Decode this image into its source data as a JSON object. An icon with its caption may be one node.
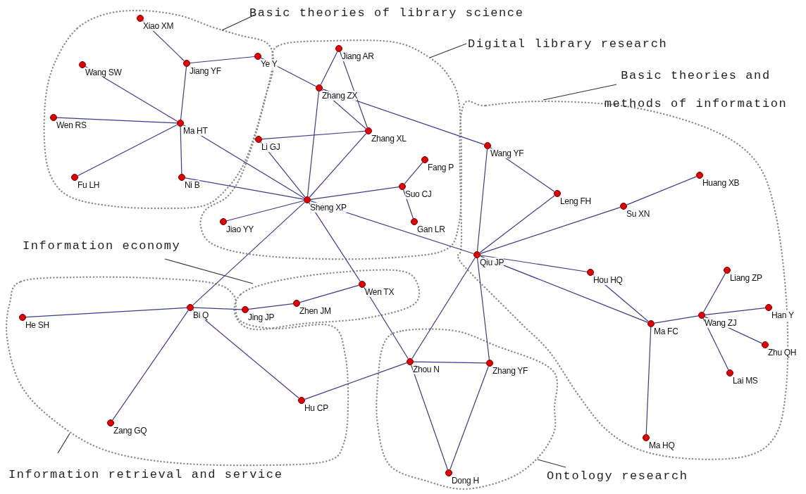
{
  "diagram": {
    "nodes": [
      {
        "text": [
          "Basic theories of library science"
        ]
      },
      {
        "text": [
          "Digital library research"
        ]
      },
      {
        "text": [
          "Basic theories and methods of information"
        ]
      },
      {
        "text": [
          "Information economy"
        ]
      },
      {
        "text": [
          "Information retrieval and service"
        ]
      },
      {
        "text": [
          "Ontology research"
        ]
      },
      {
        "text": [],
        "shape": "circle",
        "beside": [
          "Xiao XM"
        ]
      },
      {
        "text": [],
        "shape": "circle",
        "beside": [
          "Jiang YF"
        ]
      },
      {
        "text": [],
        "shape": "circle",
        "beside": [
          "Ye Y"
        ]
      },
      {
        "text": [],
        "shape": "circle",
        "beside": [
          "Jiang AR"
        ]
      },
      {
        "text": [],
        "shape": "circle",
        "beside": [
          "Wang SW"
        ]
      },
      {
        "text": [],
        "shape": "circle",
        "beside": [
          "Zhang ZX"
        ]
      },
      {
        "text": [],
        "shape": "circle",
        "beside": [
          "Wen RS"
        ]
      },
      {
        "text": [],
        "shape": "circle",
        "beside": [
          "Ma HT"
        ]
      },
      {
        "text": [],
        "shape": "circle",
        "beside": [
          "Li GJ"
        ]
      },
      {
        "text": [],
        "shape": "circle",
        "beside": [
          "Zhang XL"
        ]
      },
      {
        "text": [],
        "shape": "circle",
        "beside": [
          "Wang YF"
        ]
      },
      {
        "text": [],
        "shape": "circle",
        "beside": [
          "Fang P"
        ]
      },
      {
        "text": [],
        "shape": "circle",
        "beside": [
          "Fu LH"
        ]
      },
      {
        "text": [],
        "shape": "circle",
        "beside": [
          "Ni B"
        ]
      },
      {
        "text": [],
        "shape": "circle",
        "beside": [
          "Huang XB"
        ]
      },
      {
        "text": [],
        "shape": "circle",
        "beside": [
          "Suo CJ"
        ]
      },
      {
        "text": [],
        "shape": "circle",
        "beside": [
          "Leng FH"
        ]
      },
      {
        "text": [],
        "shape": "circle",
        "beside": [
          "Sheng XP"
        ]
      },
      {
        "text": [],
        "shape": "circle",
        "beside": [
          "Su XN"
        ]
      },
      {
        "text": [],
        "shape": "circle",
        "beside": [
          "Jiao YY"
        ]
      },
      {
        "text": [],
        "shape": "circle",
        "beside": [
          "Gan LR"
        ]
      },
      {
        "text": [],
        "shape": "circle",
        "beside": [
          "Qiu JP"
        ]
      },
      {
        "text": [],
        "shape": "circle",
        "beside": [
          "Hou HQ"
        ]
      },
      {
        "text": [],
        "shape": "circle",
        "beside": [
          "Liang ZP"
        ]
      },
      {
        "text": [],
        "shape": "circle",
        "beside": [
          "Wen TX"
        ]
      },
      {
        "text": [],
        "shape": "circle",
        "beside": [
          "Bi Q"
        ]
      },
      {
        "text": [],
        "shape": "circle",
        "beside": [
          "Han Y"
        ]
      },
      {
        "text": [],
        "shape": "circle",
        "beside": [
          "Jing JP"
        ]
      },
      {
        "text": [],
        "shape": "circle",
        "beside": [
          "Zhen JM"
        ]
      },
      {
        "text": [],
        "shape": "circle",
        "beside": [
          "He SH"
        ]
      },
      {
        "text": [],
        "shape": "circle",
        "beside": [
          "Ma FC"
        ]
      },
      {
        "text": [],
        "shape": "circle",
        "beside": [
          "Wang ZJ"
        ]
      },
      {
        "text": [],
        "shape": "circle",
        "beside": [
          "Zhu QH"
        ]
      },
      {
        "text": [],
        "shape": "circle",
        "beside": [
          "Zhou N"
        ]
      },
      {
        "text": [],
        "shape": "circle",
        "beside": [
          "Zhang YF"
        ]
      },
      {
        "text": [],
        "shape": "circle",
        "beside": [
          "Lai MS"
        ]
      },
      {
        "text": [],
        "shape": "circle",
        "beside": [
          "Hu CP"
        ]
      },
      {
        "text": [],
        "shape": "circle",
        "beside": [
          "Zang GQ"
        ]
      },
      {
        "text": [],
        "shape": "circle",
        "beside": [
          "Ma HQ"
        ]
      },
      {
        "text": [],
        "shape": "circle",
        "beside": [
          "Dong H"
        ]
      }
    ],
    "edges": [
      {
        "from": 0,
        "to": null,
        "arrow": "none",
        "color": "#333333"
      },
      {
        "from": 1,
        "to": null,
        "arrow": "none",
        "color": "#333333"
      },
      {
        "from": 2,
        "to": null,
        "arrow": "none",
        "color": "#333333"
      },
      {
        "from": 3,
        "to": null,
        "arrow": "none",
        "color": "#333333"
      },
      {
        "from": 4,
        "to": null,
        "arrow": "none",
        "color": "#333333"
      },
      {
        "from": 5,
        "to": null,
        "arrow": "none",
        "color": "#333333"
      },
      {
        "from": 6,
        "to": 7,
        "arrow": "none"
      },
      {
        "from": 7,
        "to": 8,
        "arrow": "none"
      },
      {
        "from": 7,
        "to": 13,
        "arrow": "none"
      },
      {
        "from": 10,
        "to": 13,
        "arrow": "none"
      },
      {
        "from": 12,
        "to": 13,
        "arrow": "none"
      },
      {
        "from": 18,
        "to": 13,
        "arrow": "none"
      },
      {
        "from": 13,
        "to": 19,
        "arrow": "none"
      },
      {
        "from": 13,
        "to": 23,
        "arrow": "none"
      },
      {
        "from": 19,
        "to": 23,
        "arrow": "none"
      },
      {
        "from": 8,
        "to": 11,
        "arrow": "none"
      },
      {
        "from": 9,
        "to": 11,
        "arrow": "none"
      },
      {
        "from": 9,
        "to": 15,
        "arrow": "none"
      },
      {
        "from": 11,
        "to": 15,
        "arrow": "none"
      },
      {
        "from": 11,
        "to": 23,
        "arrow": "none"
      },
      {
        "from": 11,
        "to": 16,
        "arrow": "none"
      },
      {
        "from": 14,
        "to": 15,
        "arrow": "none"
      },
      {
        "from": 14,
        "to": 23,
        "arrow": "none"
      },
      {
        "from": 15,
        "to": 23,
        "arrow": "none"
      },
      {
        "from": 23,
        "to": 21,
        "arrow": "none"
      },
      {
        "from": 21,
        "to": 17,
        "arrow": "none"
      },
      {
        "from": 21,
        "to": 26,
        "arrow": "none"
      },
      {
        "from": 23,
        "to": 25,
        "arrow": "none"
      },
      {
        "from": 23,
        "to": 27,
        "arrow": "none"
      },
      {
        "from": 23,
        "to": 31,
        "arrow": "none"
      },
      {
        "from": 23,
        "to": 30,
        "arrow": "none"
      },
      {
        "from": 30,
        "to": 39,
        "arrow": "none"
      },
      {
        "from": 30,
        "to": 34,
        "arrow": "none"
      },
      {
        "from": 34,
        "to": 33,
        "arrow": "none"
      },
      {
        "from": 33,
        "to": 31,
        "arrow": "none"
      },
      {
        "from": 31,
        "to": 35,
        "arrow": "none"
      },
      {
        "from": 31,
        "to": 43,
        "arrow": "none"
      },
      {
        "from": 31,
        "to": 42,
        "arrow": "none"
      },
      {
        "from": 42,
        "to": 39,
        "arrow": "none"
      },
      {
        "from": 39,
        "to": 40,
        "arrow": "none"
      },
      {
        "from": 39,
        "to": 45,
        "arrow": "none"
      },
      {
        "from": 40,
        "to": 45,
        "arrow": "none"
      },
      {
        "from": 39,
        "to": 27,
        "arrow": "none"
      },
      {
        "from": 27,
        "to": 40,
        "arrow": "none"
      },
      {
        "from": 27,
        "to": 16,
        "arrow": "none"
      },
      {
        "from": 16,
        "to": 22,
        "arrow": "none"
      },
      {
        "from": 22,
        "to": 27,
        "arrow": "none"
      },
      {
        "from": 27,
        "to": 24,
        "arrow": "none"
      },
      {
        "from": 24,
        "to": 20,
        "arrow": "none"
      },
      {
        "from": 27,
        "to": 28,
        "arrow": "none"
      },
      {
        "from": 27,
        "to": 36,
        "arrow": "none"
      },
      {
        "from": 28,
        "to": 36,
        "arrow": "none"
      },
      {
        "from": 36,
        "to": 37,
        "arrow": "none"
      },
      {
        "from": 36,
        "to": 44,
        "arrow": "none"
      },
      {
        "from": 37,
        "to": 29,
        "arrow": "none"
      },
      {
        "from": 37,
        "to": 32,
        "arrow": "none"
      },
      {
        "from": 37,
        "to": 38,
        "arrow": "none"
      },
      {
        "from": 37,
        "to": 41,
        "arrow": "none"
      }
    ]
  }
}
